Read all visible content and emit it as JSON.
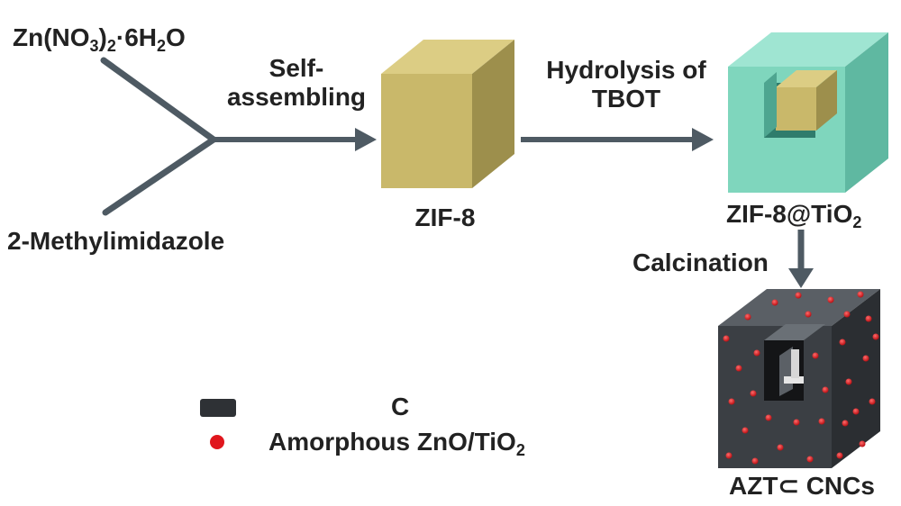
{
  "reactants": {
    "zinc_nitrate": {
      "prefix": "Zn(NO",
      "sub1": "3",
      "mid": ")",
      "sub2": "2",
      "dot": "·6H",
      "sub3": "2",
      "suffix": "O"
    },
    "methylimidazole": "2-Methylimidazole"
  },
  "steps": {
    "step1_line1": "Self-",
    "step1_line2": "assembling",
    "step2_line1": "Hydrolysis of",
    "step2_line2": "TBOT",
    "step3": "Calcination"
  },
  "products": {
    "zif8": "ZIF-8",
    "zif8_tio2": {
      "prefix": "ZIF-8@TiO",
      "sub": "2"
    },
    "final": "AZT⊂ CNCs"
  },
  "legend": {
    "carbon": "C",
    "amorphous": {
      "prefix": "Amorphous ZnO/TiO",
      "sub": "2"
    }
  },
  "colors": {
    "arrow": "#4e5a63",
    "zif8_cube": "#c9b86a",
    "tio2_shell": "#7fd6bd",
    "carbon_cube": "#3b3f44",
    "particle": "#e0161d"
  }
}
